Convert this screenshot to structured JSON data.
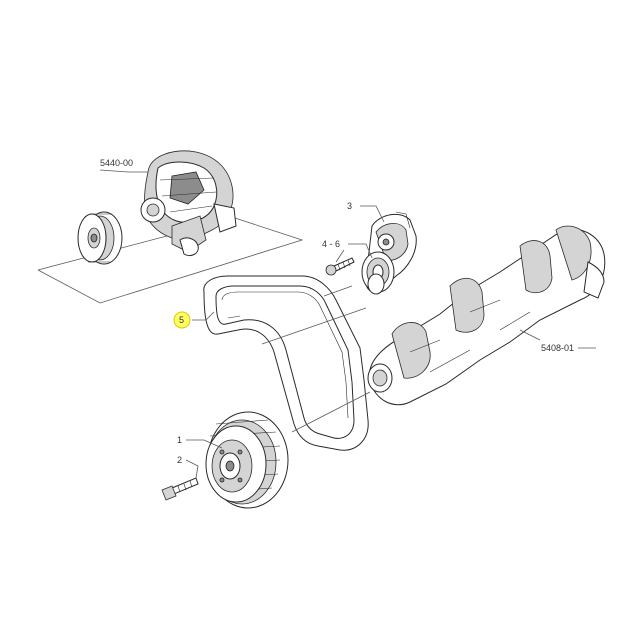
{
  "callouts": {
    "alternator": "5440-00",
    "tensioner": "3",
    "bolts": "4 - 6",
    "belt": "5",
    "crankshaft": "5408-01",
    "damper_pulley": "1",
    "damper_bolt": "2"
  },
  "colors": {
    "highlight": "#ffff66",
    "highlight_ring": "#e0c800",
    "line": "#5a5a5a"
  }
}
